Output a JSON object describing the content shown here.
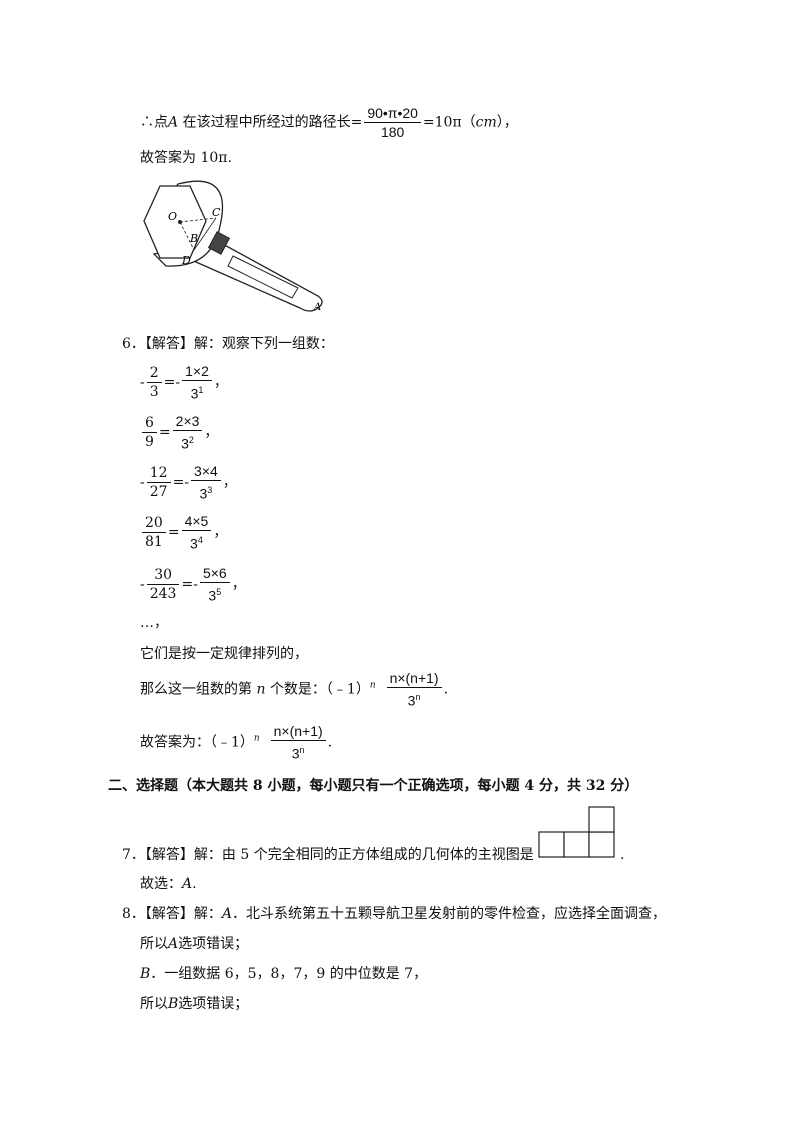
{
  "sol5": {
    "prefix": "∴点",
    "pointA": "A",
    "middle": "在该过程中所经过的路径长=",
    "frac_num": "90•π•20",
    "frac_den": "180",
    "result": "=10π（",
    "unit": "cm",
    "result_end": "），",
    "answer": "故答案为 10π."
  },
  "figure": {
    "label_O": "O",
    "label_C": "C",
    "label_B": "B",
    "label_D": "D",
    "label_A": "A"
  },
  "q6": {
    "heading": "6．【解答】解：观察下列一组数：",
    "rows": [
      {
        "sign_left": "-",
        "num": "2",
        "den": "3",
        "sign_right": "-",
        "rnum": "1×2",
        "rden_base": "3",
        "rden_exp": "1",
        "tail": "，"
      },
      {
        "sign_left": "",
        "num": "6",
        "den": "9",
        "sign_right": "",
        "rnum": "2×3",
        "rden_base": "3",
        "rden_exp": "2",
        "tail": "，"
      },
      {
        "sign_left": "-",
        "num": "12",
        "den": "27",
        "sign_right": "-",
        "rnum": "3×4",
        "rden_base": "3",
        "rden_exp": "3",
        "tail": "，"
      },
      {
        "sign_left": "",
        "num": "20",
        "den": "81",
        "sign_right": "",
        "rnum": "4×5",
        "rden_base": "3",
        "rden_exp": "4",
        "tail": "，"
      },
      {
        "sign_left": "-",
        "num": "30",
        "den": "243",
        "sign_right": "-",
        "rnum": "5×6",
        "rden_base": "3",
        "rden_exp": "5",
        "tail": "，"
      }
    ],
    "ellipsis": "…，",
    "rule_text": "它们是按一定规律排列的，",
    "nth_prefix": "那么这一组数的第",
    "nth_var": "n",
    "nth_suffix": "个数是：（﹣1）",
    "exp_n": "n",
    "gen_num": "n×(n+1)",
    "gen_den_base": "3",
    "gen_den_exp": "n",
    "period": ".",
    "answer_prefix": "故答案为：（﹣1）"
  },
  "section2": {
    "title": "二、选择题（本大题共 8 小题，每小题只有一个正确选项，每小题 4 分，共 32 分）"
  },
  "q7": {
    "text": "7．【解答】解：由 5 个完全相同的正方体组成的几何体的主视图是",
    "period": ".",
    "choice_prefix": "故选：",
    "choice": "A",
    "choice_end": "."
  },
  "q8": {
    "line1_prefix": "8．【解答】解：",
    "line1_opt": "A",
    "line1_text": "．北斗系统第五十五颗导航卫星发射前的零件检查，应选择全面调查，",
    "line2_prefix": "所以",
    "line2_opt": "A",
    "line2_text": "选项错误；",
    "line3_opt": "B",
    "line3_text": "．一组数据 6，5，8，7，9 的中位数是 7，",
    "line4_prefix": "所以",
    "line4_opt": "B",
    "line4_text": "选项错误；"
  }
}
